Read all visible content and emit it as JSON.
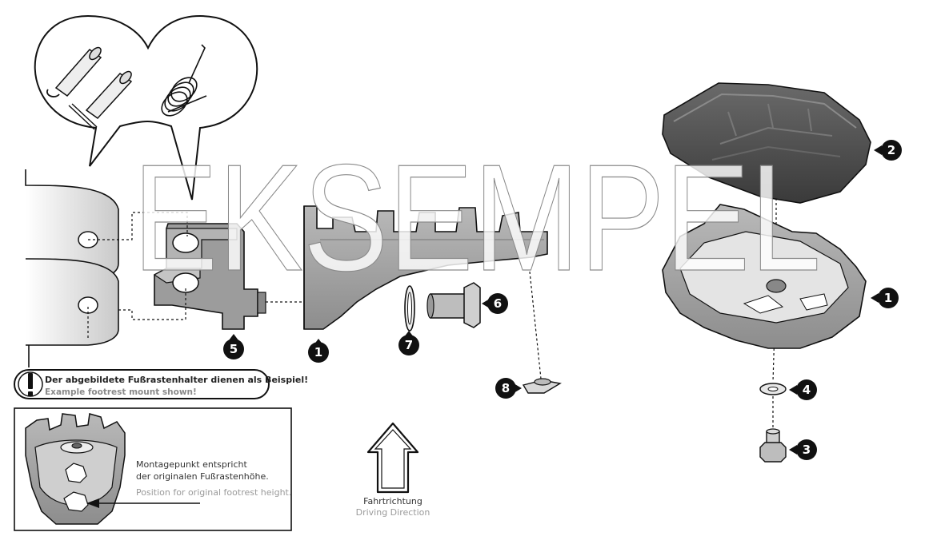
{
  "watermark": "EKSEMPEL",
  "warning": {
    "text_de": "Der abgebildete Fußrastenhalter dienen als Beispiel!",
    "text_en": "Example footrest mount shown!"
  },
  "inset": {
    "line1_de": "Montagepunkt entspricht",
    "line2_de": "der originalen Fußrastenhöhe.",
    "line_en": "Position for original footrest height."
  },
  "direction": {
    "label_de": "Fahrtrichtung",
    "label_en": "Driving Direction"
  },
  "callouts": {
    "c1a": "1",
    "c1b": "1",
    "c2": "2",
    "c3": "3",
    "c4": "4",
    "c5": "5",
    "c6": "6",
    "c7": "7",
    "c8": "8"
  }
}
